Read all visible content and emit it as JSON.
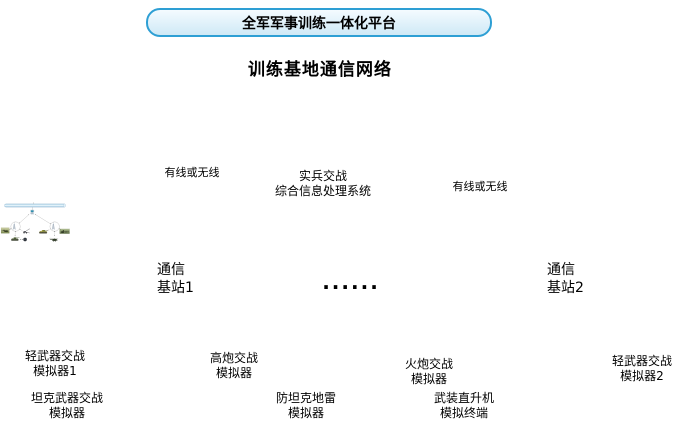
{
  "colors": {
    "pipe_fill": "#cfe8f5",
    "pipe_border": "#4a7da6",
    "platform_fill": "#dff2fb",
    "platform_border": "#2e9fd4",
    "line": "#111111"
  },
  "platform": {
    "label": "全军军事训练一体化平台"
  },
  "network": {
    "label": "训练基地通信网络"
  },
  "processor": {
    "label": "实兵交战\n综合信息处理系统"
  },
  "links": {
    "left_label": "有线或无线",
    "right_label": "有线或无线"
  },
  "stations": {
    "station1": "通信\n基站1",
    "station2": "通信\n基站2",
    "ellipsis": "......"
  },
  "simulators": {
    "light_weapon_1": "轻武器交战\n模拟器1",
    "tank_weapon": "坦克武器交战\n模拟器",
    "aa_gun": "高炮交战\n模拟器",
    "antitank_mine": "防坦克地雷\n模拟器",
    "artillery": "火炮交战\n模拟器",
    "helicopter": "武装直升机\n模拟终端",
    "light_weapon_2": "轻武器交战\n模拟器2"
  }
}
